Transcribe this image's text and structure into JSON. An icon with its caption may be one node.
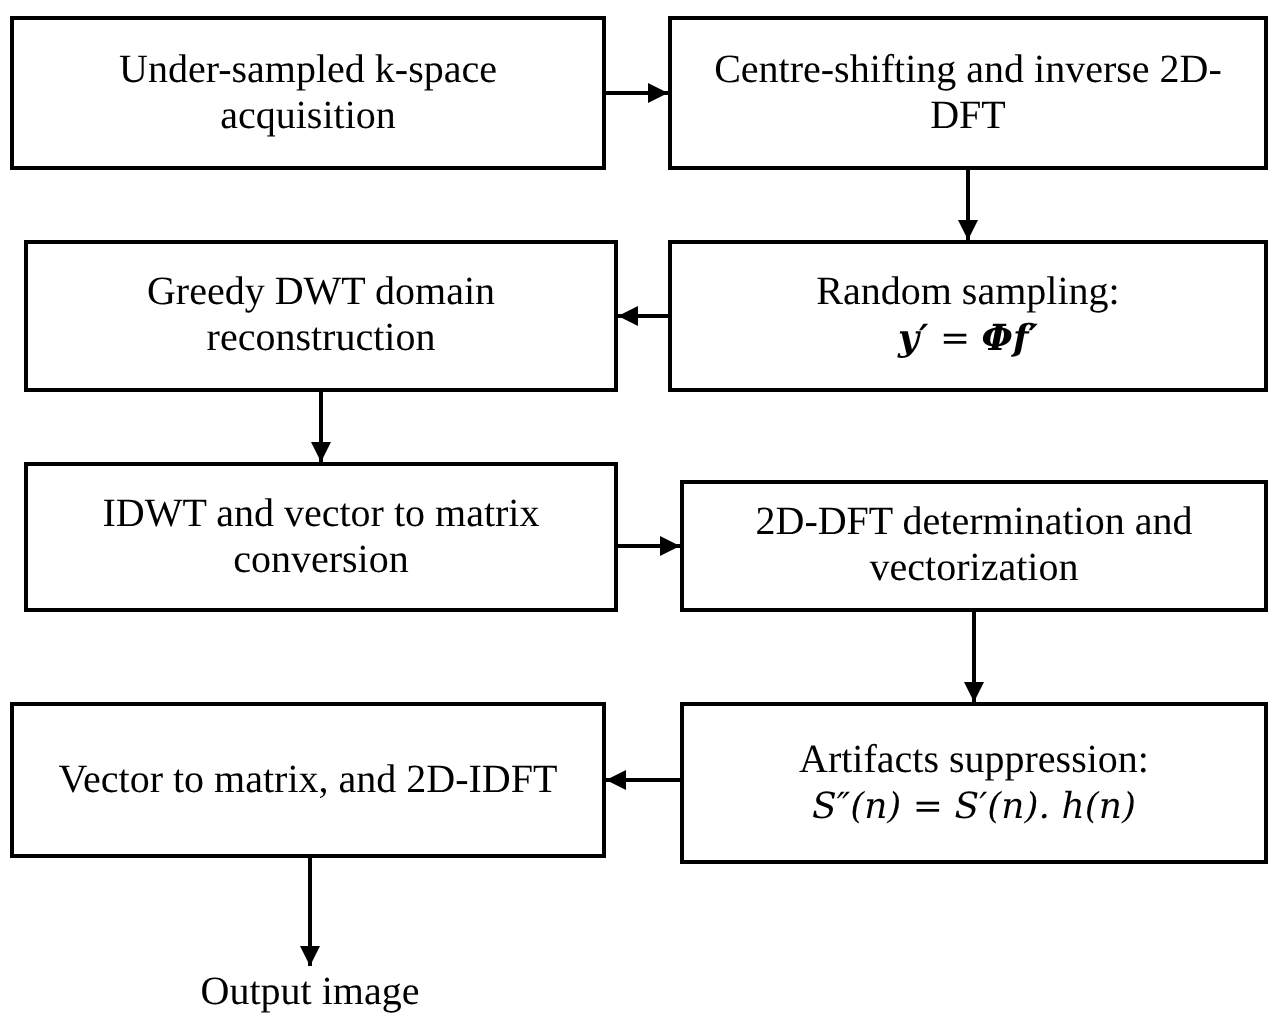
{
  "diagram": {
    "nodes": [
      {
        "text": [
          "Under-sampled k-space acquisition"
        ]
      },
      {
        "text": [
          "Centre-shifting and inverse 2D-DFT"
        ]
      },
      {
        "text": [
          "Greedy DWT domain reconstruction"
        ]
      },
      {
        "text": [
          "Random sampling:",
          "**y′** = **Φf′**"
        ]
      },
      {
        "text": [
          "IDWT and vector to matrix conversion"
        ]
      },
      {
        "text": [
          "2D-DFT determination and vectorization"
        ]
      },
      {
        "text": [
          "Vector to matrix, and 2D-IDFT"
        ]
      },
      {
        "text": [
          "Artifacts suppression:",
          "S″(n) = S′(n). h(n)"
        ]
      },
      {
        "text": [
          "Output image"
        ]
      }
    ],
    "edges": [
      {
        "from": 0,
        "to": 1,
        "arrow": "to"
      },
      {
        "from": 1,
        "to": 3,
        "arrow": "to"
      },
      {
        "from": 3,
        "to": 2,
        "arrow": "to"
      },
      {
        "from": 2,
        "to": 4,
        "arrow": "to"
      },
      {
        "from": 4,
        "to": 5,
        "arrow": "to"
      },
      {
        "from": 5,
        "to": 7,
        "arrow": "to"
      },
      {
        "from": 7,
        "to": 6,
        "arrow": "to"
      },
      {
        "from": 6,
        "to": 8,
        "arrow": "to"
      }
    ]
  }
}
